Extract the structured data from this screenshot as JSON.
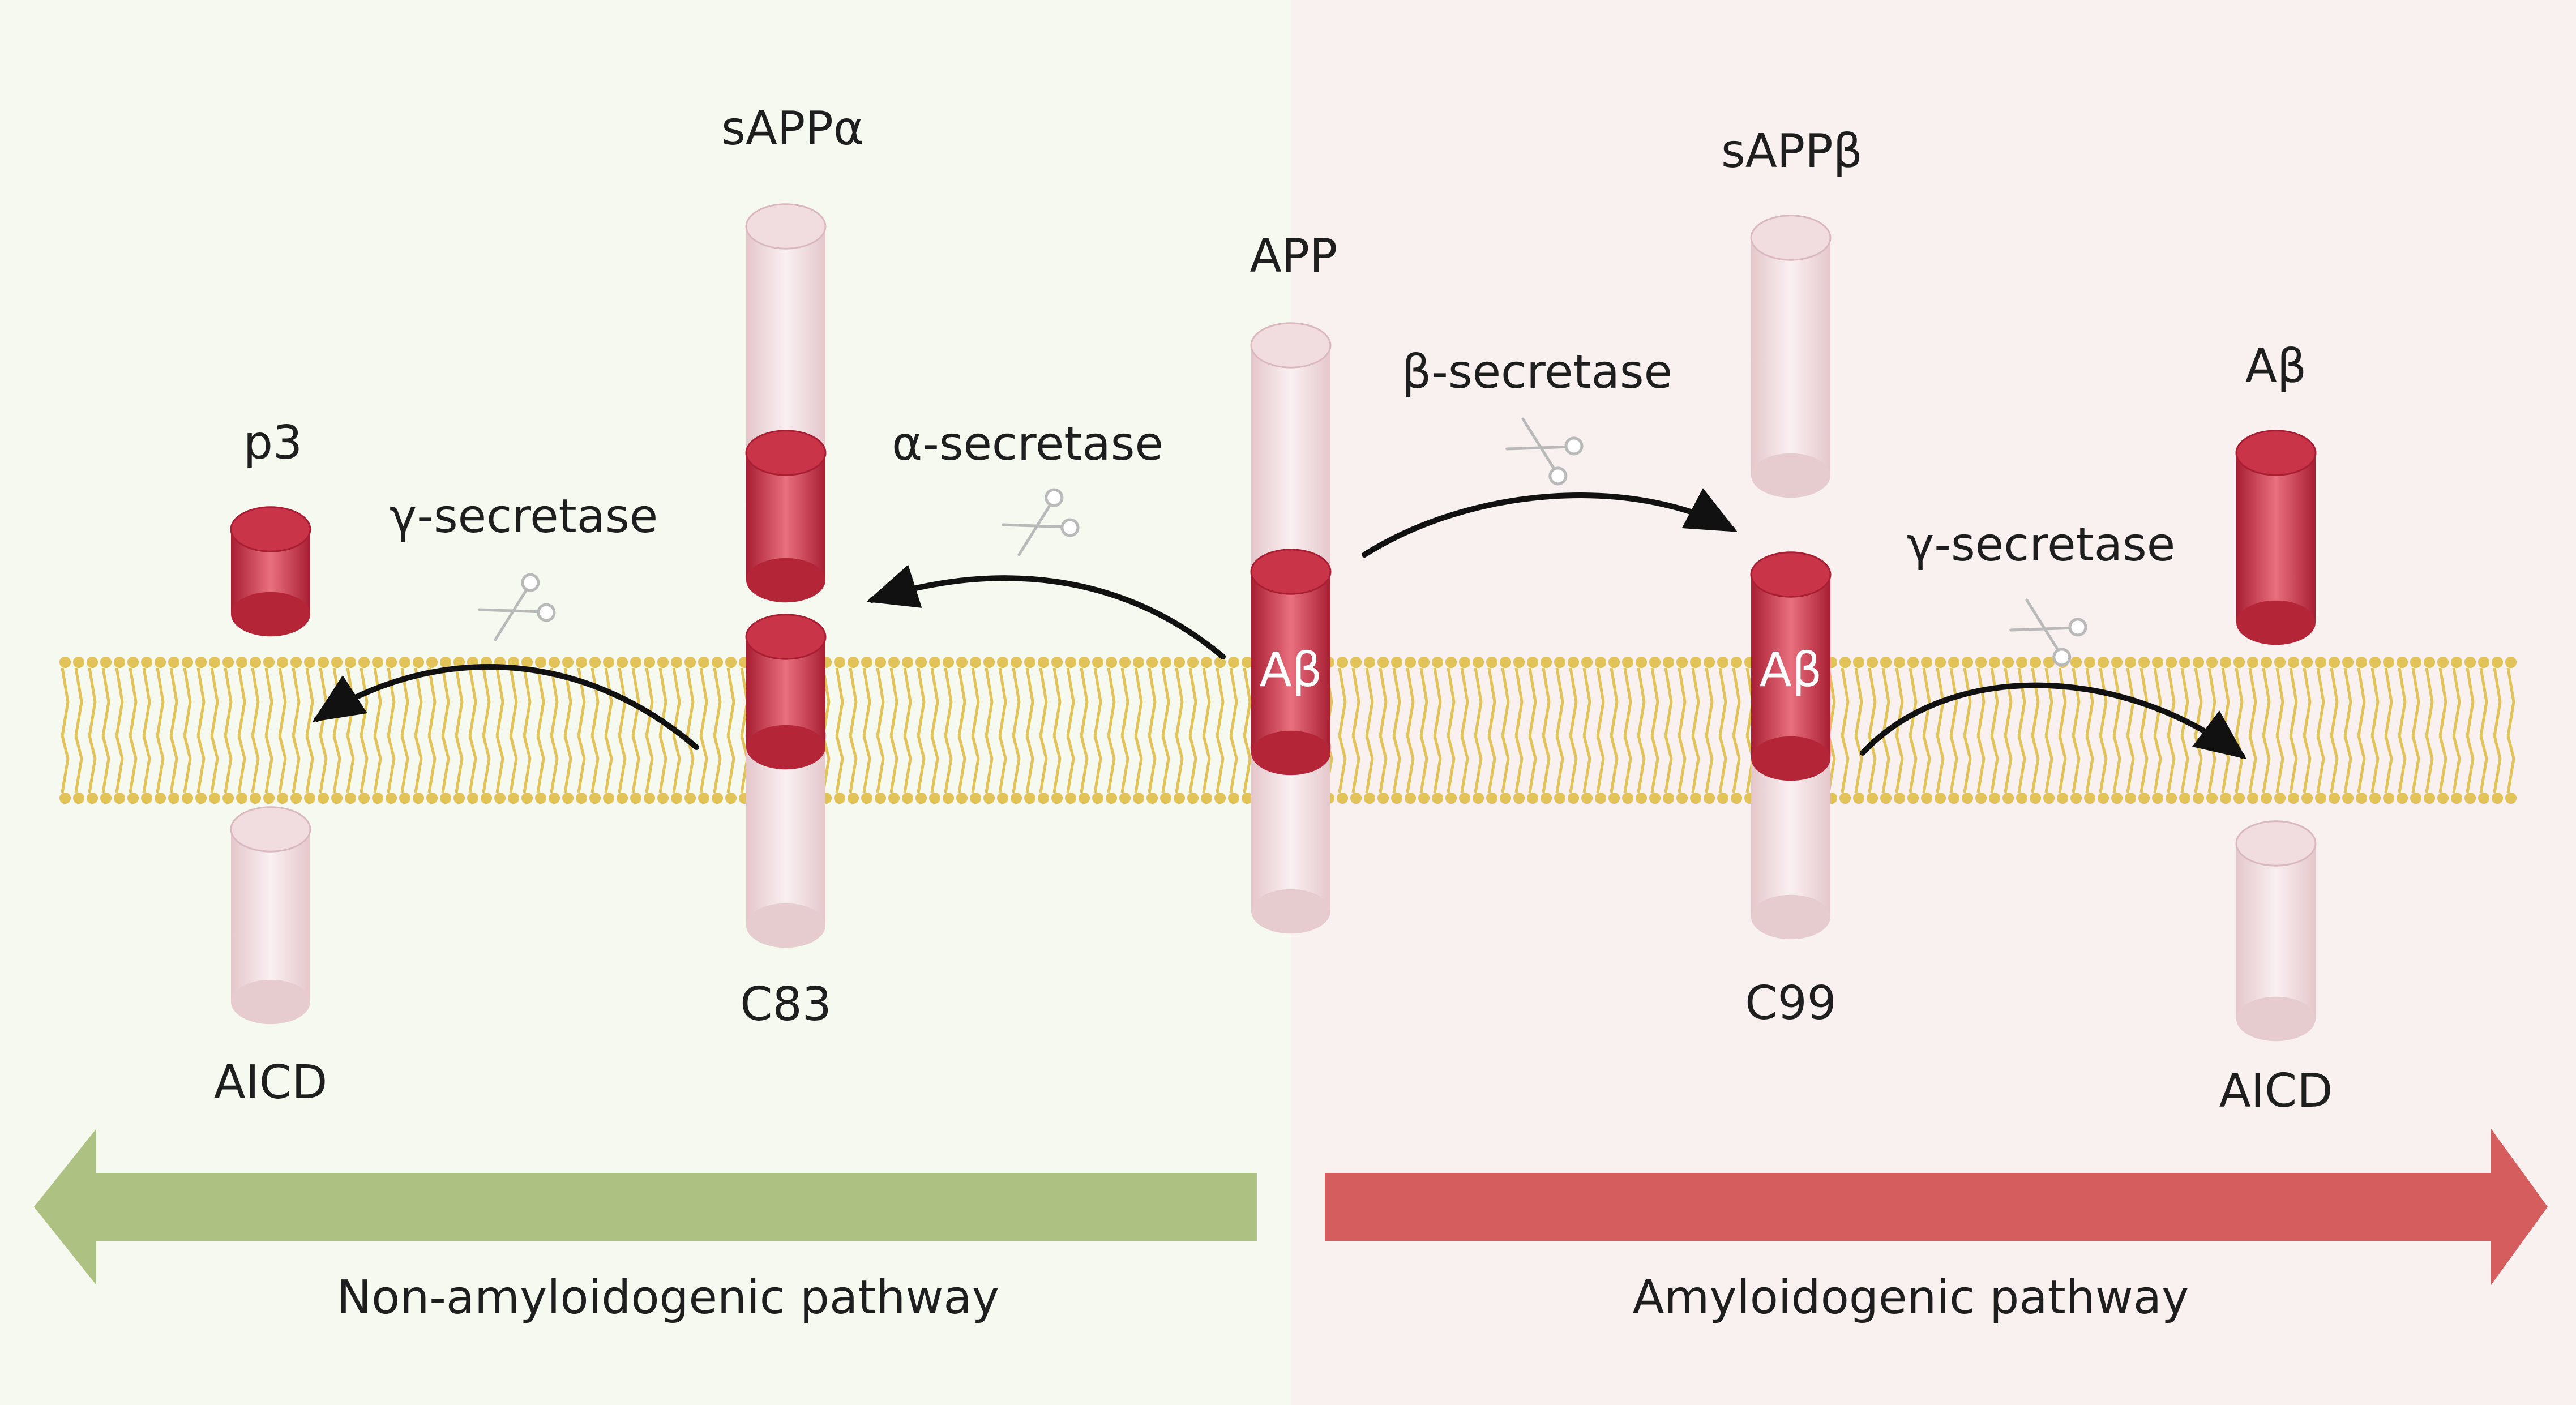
{
  "panels": {
    "non_amyloidogenic_color": "#f6f9f0",
    "amyloidogenic_color": "#f8f1ef"
  },
  "colors": {
    "membrane": "#e2c35a",
    "cylinder_red": "#c22f44",
    "cylinder_pink": "#ead3d6",
    "arrow_green": "#adc282",
    "arrow_red": "#d65d5e",
    "text": "#1e1e1e"
  },
  "labels": {
    "sappa": "sAPPα",
    "sappb": "sAPPβ",
    "app": "APP",
    "p3": "p3",
    "abeta_top": "Aβ",
    "alpha_secretase": "α-secretase",
    "beta_secretase": "β-secretase",
    "gamma_secretase_left": "γ-secretase",
    "gamma_secretase_right": "γ-secretase",
    "abeta_app": "Aβ",
    "abeta_c99": "Aβ",
    "c83": "C83",
    "c99": "C99",
    "aicd_left": "AICD",
    "aicd_right": "AICD",
    "non_amyloidogenic": "Non-amyloidogenic pathway",
    "amyloidogenic": "Amyloidogenic pathway"
  },
  "icons": {
    "cleavage": "scissors-icon"
  }
}
